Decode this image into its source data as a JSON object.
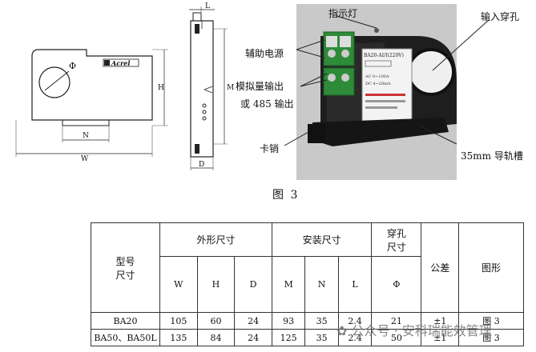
{
  "drawing": {
    "front_labels": {
      "phi": "Φ",
      "h": "H",
      "n": "N",
      "w": "W",
      "brand": "Acrel"
    },
    "side_labels": {
      "l": "L",
      "m": "M",
      "d": "D"
    }
  },
  "photo": {
    "label_lines": [
      "BA20-AI/I(220V)",
      "AC 0~100A",
      "DC 4~20mA"
    ],
    "callouts": {
      "indicator": "指示灯",
      "input_hole": "输入穿孔",
      "aux_power": "辅助电源",
      "analog_out_1": "模拟量输出",
      "analog_out_2": "或 485 输出",
      "clip": "卡销",
      "din_rail": "35mm 导轨槽"
    }
  },
  "caption": "图 3",
  "table": {
    "model_size_l1": "型号",
    "model_size_l2": "尺寸",
    "outer": "外形尺寸",
    "install": "安装尺寸",
    "bore_l1": "穿孔",
    "bore_l2": "尺寸",
    "tolerance": "公差",
    "figure": "图形",
    "sub": [
      "W",
      "H",
      "D",
      "M",
      "N",
      "L",
      "Φ"
    ],
    "rows": [
      {
        "model": "BA20",
        "w": "105",
        "h": "60",
        "d": "24",
        "m": "93",
        "n": "35",
        "l": "2.4",
        "phi": "21",
        "tol": "±1",
        "fig": "图 3"
      },
      {
        "model": "BA50、BA50L",
        "w": "135",
        "h": "84",
        "d": "24",
        "m": "125",
        "n": "35",
        "l": "2.4",
        "phi": "50",
        "tol": "±1",
        "fig": "图 3"
      }
    ]
  },
  "watermark": "公众号 · 安科瑞能效管理"
}
